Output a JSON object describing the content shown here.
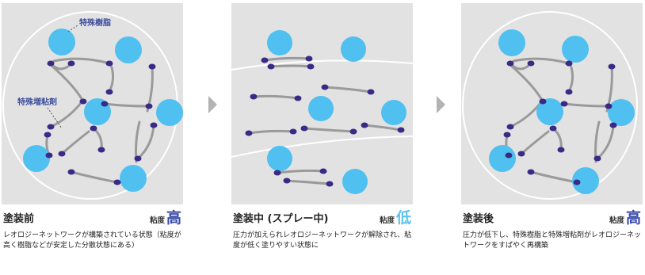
{
  "colors": {
    "resin": "#4fc0f0",
    "thickener": "#3a2a86",
    "chain": "#9a9a9a",
    "panel": "#e2e2e2",
    "arrow": "#b3b3b3",
    "label_text": "#3d4f9e",
    "viscosity_high": "#3a4ba8",
    "viscosity_low": "#5bc3ee"
  },
  "panels": [
    {
      "title": "塗装前",
      "viscosity_label": "粘度",
      "viscosity_value": "高",
      "description": "レオロジーネットワークが構築されている状態（粘度が高く樹脂などが安定した分散状態にある）",
      "callouts": {
        "resin": "特殊樹脂",
        "thickener": "特殊増粘剤"
      }
    },
    {
      "title": "塗装中 (スプレー中)",
      "viscosity_label": "粘度",
      "viscosity_value": "低",
      "description": "圧力が加えられレオロジーネットワークが解除され、粘度が低く塗りやすい状態に"
    },
    {
      "title": "塗装後",
      "viscosity_label": "粘度",
      "viscosity_value": "高",
      "description": "圧力が低下し、特殊樹脂と特殊増粘剤がレオロジーネットワークをすばやく再構築"
    }
  ]
}
